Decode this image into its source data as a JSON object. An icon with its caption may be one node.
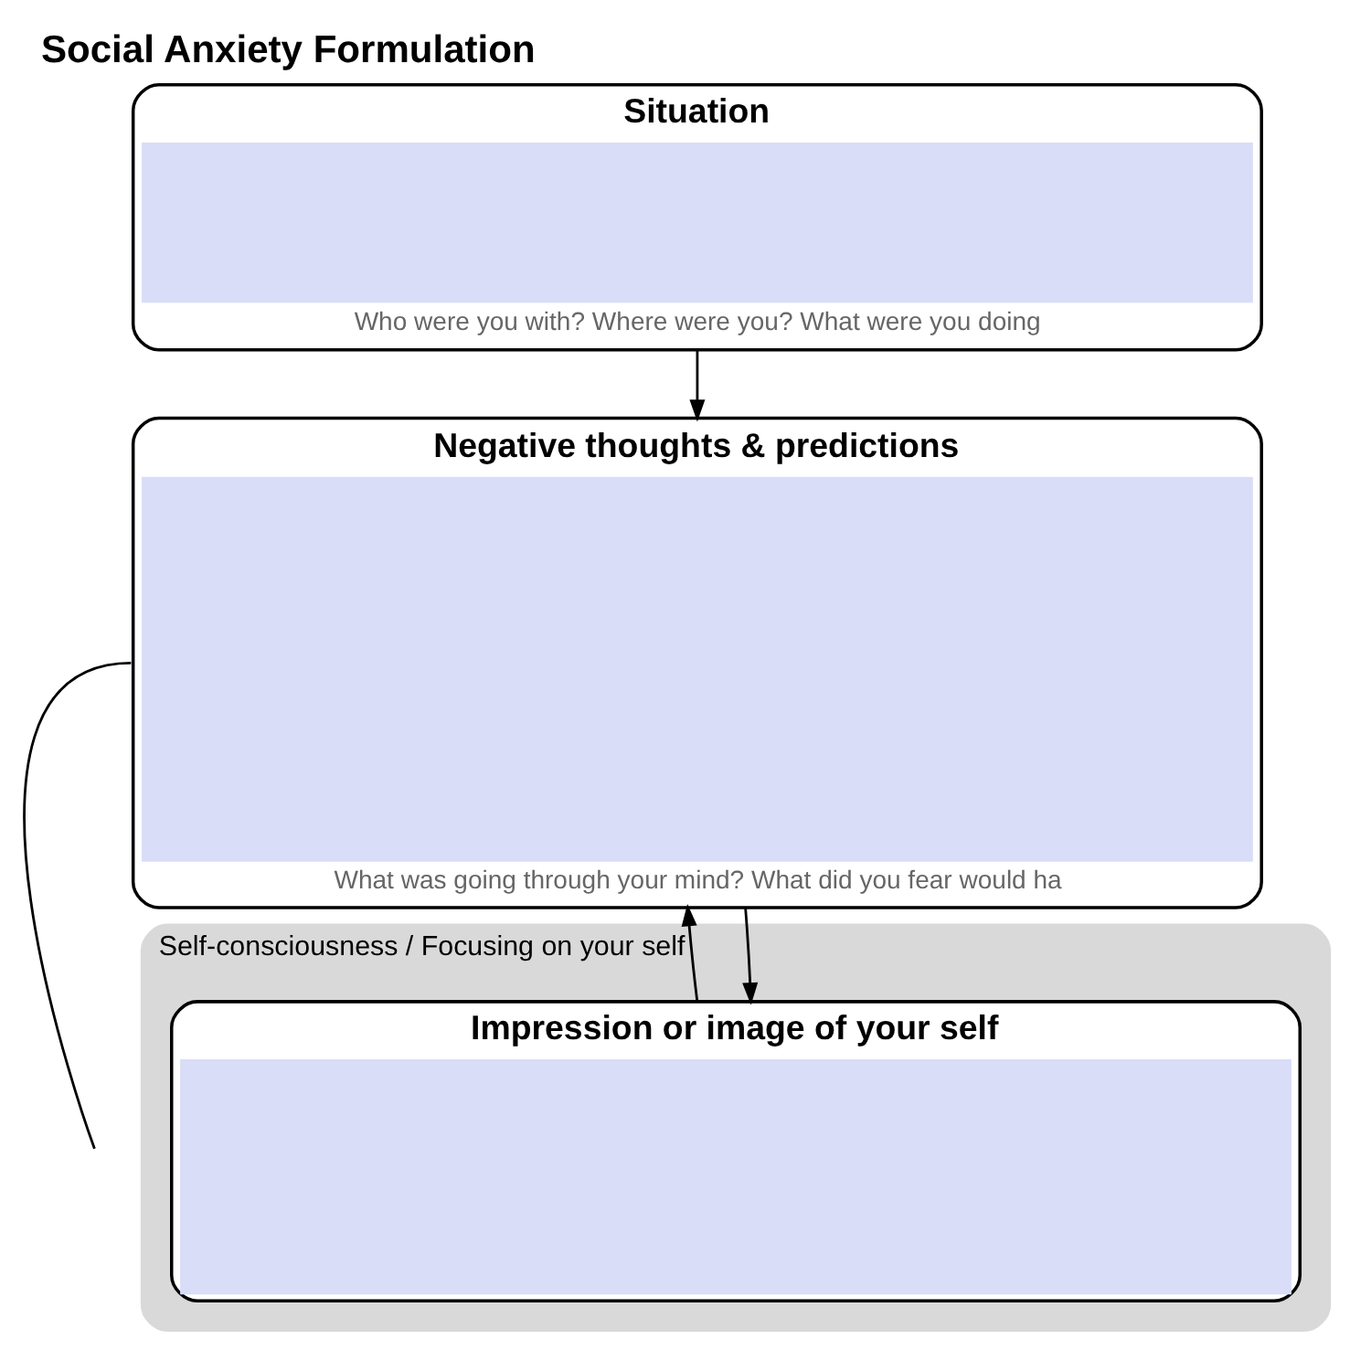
{
  "diagram": {
    "title": "Social Anxiety Formulation",
    "nodes": [
      {
        "text": [
          "Situation",
          "Who were you with? Where were you? What were you doing"
        ]
      },
      {
        "text": [
          "Negative thoughts & predictions",
          "What was going through your mind? What did you fear would ha"
        ]
      },
      {
        "text": [
          "Self-consciousness / Focusing on your self"
        ]
      },
      {
        "text": [
          "Impression or image of your self"
        ],
        "in": 2
      }
    ],
    "edges": [
      {
        "from": 0,
        "to": 1,
        "arrow": "to"
      },
      {
        "from": 1,
        "to": 3,
        "arrow": "to"
      },
      {
        "from": 3,
        "to": 1,
        "arrow": "to"
      },
      {
        "from": 1,
        "to": null,
        "arrow": "none"
      }
    ]
  }
}
